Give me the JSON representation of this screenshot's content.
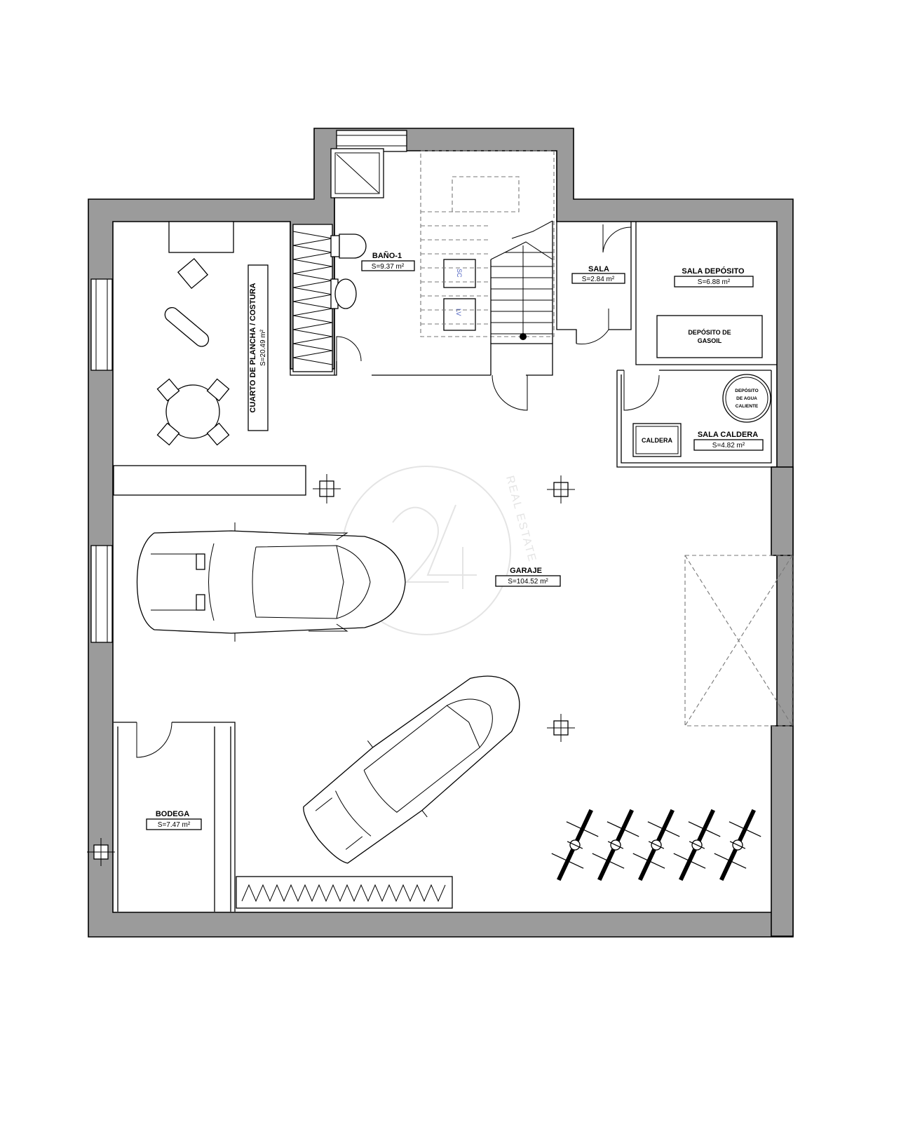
{
  "rooms": {
    "bano": {
      "name": "BAÑO-1",
      "area": "S=9.37 m²"
    },
    "sala": {
      "name": "SALA",
      "area": "S=2.84 m²"
    },
    "sala_deposito": {
      "name": "SALA DEPÓSITO",
      "area": "S=6.88 m²"
    },
    "deposito_gasoil": {
      "line1": "DEPÓSITO DE",
      "line2": "GASOIL"
    },
    "deposito_agua": {
      "line1": "DEPÓSITO",
      "line2": "DE AGUA",
      "line3": "CALIENTE"
    },
    "caldera": {
      "name": "CALDERA"
    },
    "sala_caldera": {
      "name": "SALA CALDERA",
      "area": "S=4.82 m²"
    },
    "cuarto": {
      "name": "CUARTO DE PLANCHA / COSTURA",
      "area": "S=20.49 m²"
    },
    "garaje": {
      "name": "GARAJE",
      "area": "S=104.52 m²"
    },
    "bodega": {
      "name": "BODEGA",
      "area": "S=7.47 m²"
    }
  },
  "fixtures": {
    "sc": "SC",
    "lv": "LV"
  },
  "watermark": {
    "text": "REAL ESTATE"
  },
  "colors": {
    "wall": "#9b9b9b",
    "line": "#000000",
    "watermark": "#e4e4e4",
    "fixture_text": "#4a5fc0"
  }
}
